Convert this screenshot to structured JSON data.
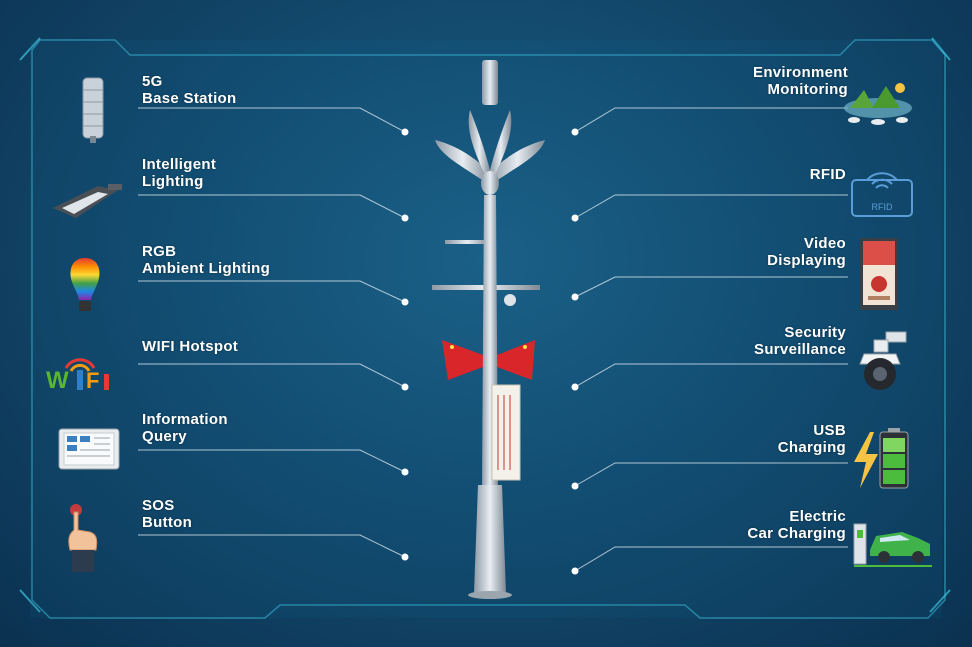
{
  "features_left": [
    {
      "label": "5G\nBase Station",
      "icon": "antenna-icon"
    },
    {
      "label": "Intelligent\nLighting",
      "icon": "street-lamp-icon"
    },
    {
      "label": "RGB\nAmbient Lighting",
      "icon": "rgb-bulb-icon"
    },
    {
      "label": "WIFI Hotspot",
      "icon": "wifi-icon"
    },
    {
      "label": "Information\nQuery",
      "icon": "tablet-icon"
    },
    {
      "label": "SOS\nButton",
      "icon": "hand-press-icon"
    }
  ],
  "features_right": [
    {
      "label": "Environment\nMonitoring",
      "icon": "environment-icon"
    },
    {
      "label": "RFID",
      "icon": "rfid-icon"
    },
    {
      "label": "Video\nDisplaying",
      "icon": "display-icon"
    },
    {
      "label": "Security\nSurveillance",
      "icon": "dome-camera-icon"
    },
    {
      "label": "USB\nCharging",
      "icon": "battery-bolt-icon"
    },
    {
      "label": "Electric\nCar Charging",
      "icon": "electric-car-icon"
    }
  ],
  "colors": {
    "accent": "#3ec6e0",
    "background": "#134a6e",
    "label": "#ffffff"
  }
}
